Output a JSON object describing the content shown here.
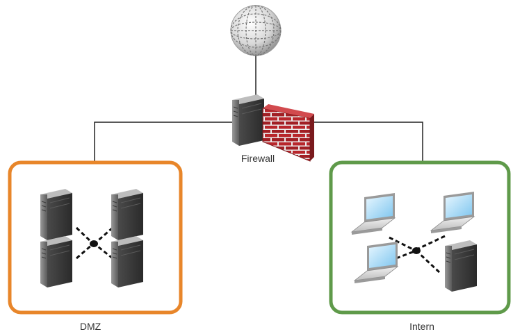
{
  "labels": {
    "firewall": "Firewall",
    "dmz": "DMZ",
    "intern": "Intern"
  },
  "colors": {
    "dmz_border": "#e8862a",
    "intern_border": "#5f9a4a",
    "brick": "#b8262b",
    "line": "#222222"
  },
  "icons": [
    "internet-globe-icon",
    "firewall-server-icon",
    "brick-wall-icon",
    "server-icon",
    "laptop-icon",
    "hub-node-icon"
  ]
}
